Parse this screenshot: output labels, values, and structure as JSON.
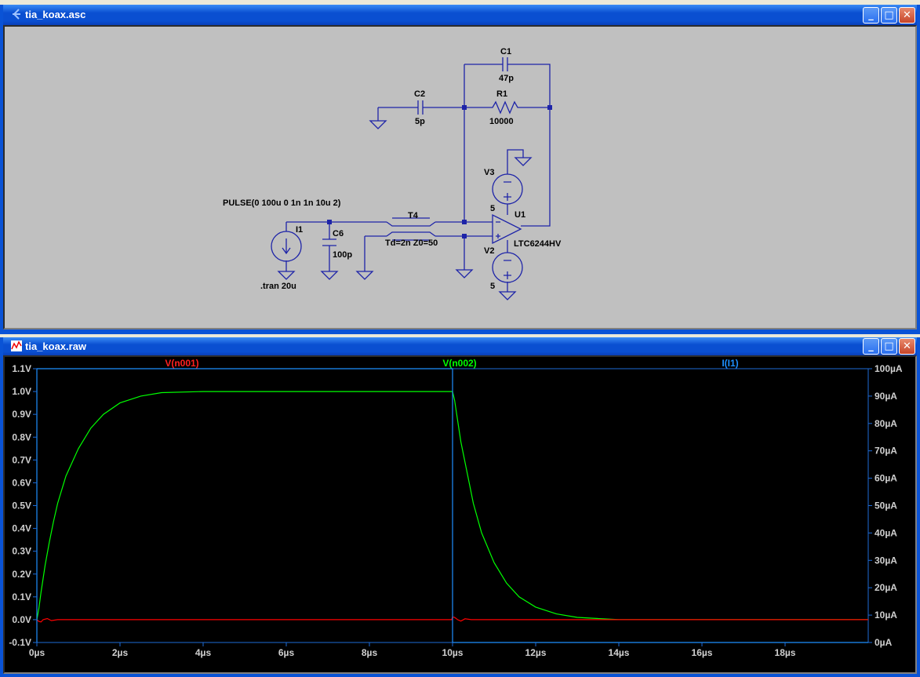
{
  "schematic_window": {
    "title": "tia_koax.asc",
    "labels": {
      "c1": "C1",
      "c1_val": "47p",
      "c2": "C2",
      "c2_val": "5p",
      "r1": "R1",
      "r1_val": "10000",
      "v3": "V3",
      "v3_val": "5",
      "v2": "V2",
      "v2_val": "5",
      "u1": "U1",
      "u1_model": "LTC6244HV",
      "t4": "T4",
      "t4_params": "Td=2n Z0=50",
      "i1": "I1",
      "c6": "C6",
      "c6_val": "100p",
      "pulse": "PULSE(0 100u 0 1n 1n 10u 2)",
      "tran": ".tran 20u"
    }
  },
  "plot_window": {
    "title": "tia_koax.raw",
    "traces": [
      {
        "label": "V(n001)",
        "color": "#ff0000"
      },
      {
        "label": "V(n002)",
        "color": "#00ff00"
      },
      {
        "label": "I(I1)",
        "color": "#1e90ff"
      }
    ]
  },
  "window_buttons": {
    "minimize": "_",
    "maximize": "□",
    "close": "✕"
  },
  "chart_data": {
    "type": "line",
    "x_ticks": [
      "0µs",
      "2µs",
      "4µs",
      "6µs",
      "8µs",
      "10µs",
      "12µs",
      "14µs",
      "16µs",
      "18µs"
    ],
    "xlim": [
      0,
      20
    ],
    "y_ticks": [
      "-0.1V",
      "0.0V",
      "0.1V",
      "0.2V",
      "0.3V",
      "0.4V",
      "0.5V",
      "0.6V",
      "0.7V",
      "0.8V",
      "0.9V",
      "1.0V",
      "1.1V"
    ],
    "ylim": [
      -0.1,
      1.1
    ],
    "y2_ticks": [
      "0µA",
      "10µA",
      "20µA",
      "30µA",
      "40µA",
      "50µA",
      "60µA",
      "70µA",
      "80µA",
      "90µA",
      "100µA"
    ],
    "y2lim": [
      0,
      100
    ],
    "series": [
      {
        "name": "V(n002)",
        "color": "#00ff00",
        "x": [
          0,
          0.05,
          0.1,
          0.2,
          0.3,
          0.4,
          0.5,
          0.7,
          1.0,
          1.3,
          1.6,
          2.0,
          2.5,
          3.0,
          4.0,
          6.0,
          8.0,
          9.95,
          10.0,
          10.05,
          10.1,
          10.2,
          10.3,
          10.4,
          10.5,
          10.7,
          11.0,
          11.3,
          11.6,
          12.0,
          12.5,
          13.0,
          14.0,
          16.0,
          18.0,
          20.0
        ],
        "y": [
          0,
          0.05,
          0.12,
          0.24,
          0.34,
          0.43,
          0.51,
          0.63,
          0.75,
          0.84,
          0.9,
          0.95,
          0.98,
          0.995,
          1.0,
          1.0,
          1.0,
          1.0,
          1.0,
          0.96,
          0.9,
          0.78,
          0.69,
          0.6,
          0.51,
          0.38,
          0.25,
          0.16,
          0.1,
          0.055,
          0.025,
          0.01,
          0.0,
          0.0,
          0.0,
          0.0
        ]
      },
      {
        "name": "V(n001)",
        "color": "#ff0000",
        "x": [
          0,
          0.05,
          0.1,
          0.15,
          0.25,
          0.35,
          0.5,
          2,
          4,
          6,
          8,
          9.98,
          10.0,
          10.05,
          10.12,
          10.2,
          10.3,
          10.45,
          11,
          14,
          18,
          20
        ],
        "y": [
          0,
          -0.008,
          -0.01,
          0.0,
          0.005,
          -0.004,
          0.0,
          0.0,
          0.0,
          0.0,
          0.0,
          0.0,
          0.012,
          0.01,
          0.0,
          -0.006,
          0.004,
          0.0,
          0.0,
          0.0,
          0.0,
          0.0
        ]
      },
      {
        "name": "I(I1)",
        "color": "#1e90ff",
        "axis": "right",
        "x": [
          0,
          0.0001,
          9.9999,
          10.0001,
          20
        ],
        "y": [
          0,
          100,
          100,
          0,
          0
        ]
      }
    ]
  }
}
